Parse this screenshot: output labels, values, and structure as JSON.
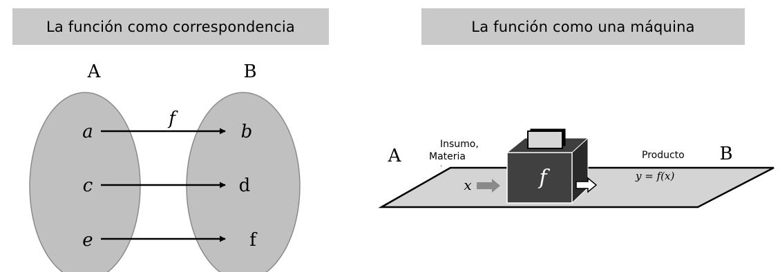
{
  "left_panel": {
    "title": "La función como correspondencia",
    "set_a_label": "A",
    "set_b_label": "B",
    "function_label": "f",
    "domain_elements": [
      "a",
      "c",
      "e"
    ],
    "codomain_elements": [
      "b",
      "d",
      "f"
    ]
  },
  "right_panel": {
    "title": "La función como una máquina",
    "label_a": "A",
    "label_b": "B",
    "input_caption_line1": "Insumo,",
    "input_caption_line2": "Materia",
    "input_caption_line3": "·",
    "output_caption": "Producto",
    "input_var": "x",
    "machine_label": "f",
    "output_formula": "y = f(x)"
  },
  "colors": {
    "banner": "#c9c9c9",
    "ellipse": "#c0c0c0",
    "conveyor": "#d4d4d4",
    "machine_front": "#404040",
    "input_arrow": "#8a8a8a"
  }
}
